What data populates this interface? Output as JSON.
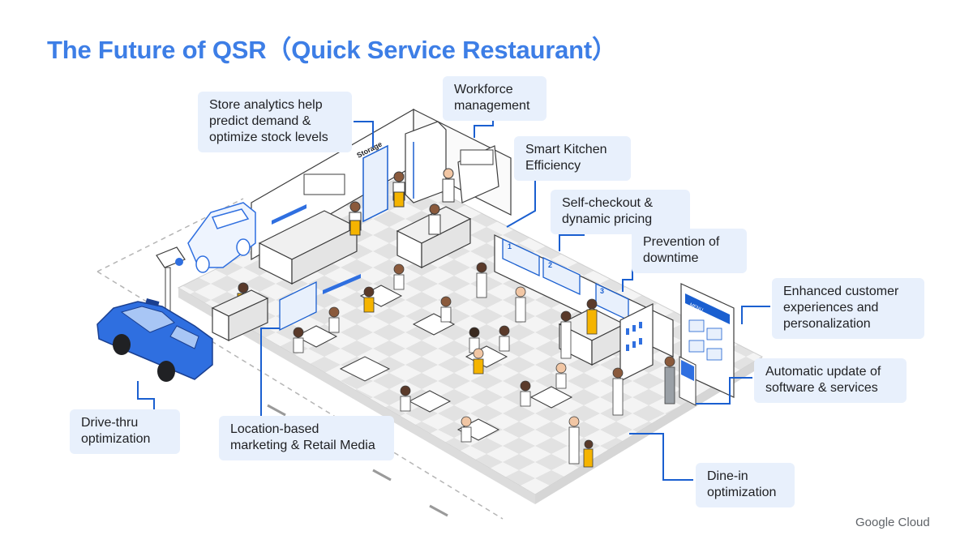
{
  "title": "The Future of QSR（Quick Service Restaurant）",
  "scene": {
    "storage_label": "Storage",
    "kiosk_label": "MENU",
    "counter_numbers": [
      "1",
      "2",
      "3"
    ]
  },
  "callouts": {
    "store_analytics": "Store analytics help\npredict demand &\noptimize stock levels",
    "workforce": "Workforce\nmanagement",
    "smart_kitchen": "Smart Kitchen\nEfficiency",
    "self_checkout": "Self-checkout &\ndynamic pricing",
    "downtime": "Prevention of\ndowntime",
    "enhanced_cx": "Enhanced customer\nexperiences and\npersonalization",
    "auto_update": "Automatic update of\nsoftware & services",
    "drive_thru": "Drive-thru\noptimization",
    "location_marketing": "Location-based\nmarketing & Retail Media",
    "dine_in": "Dine-in\noptimization"
  },
  "brand": "Google Cloud",
  "colors": {
    "accent": "#3d7ee6",
    "callout_bg": "#e8f0fc",
    "line": "#1a5fd0",
    "car": "#2f6fe0",
    "floor": "#ebebeb",
    "wall": "#ffffff",
    "outline": "#3c3c3c",
    "apron": "#f5b400"
  }
}
